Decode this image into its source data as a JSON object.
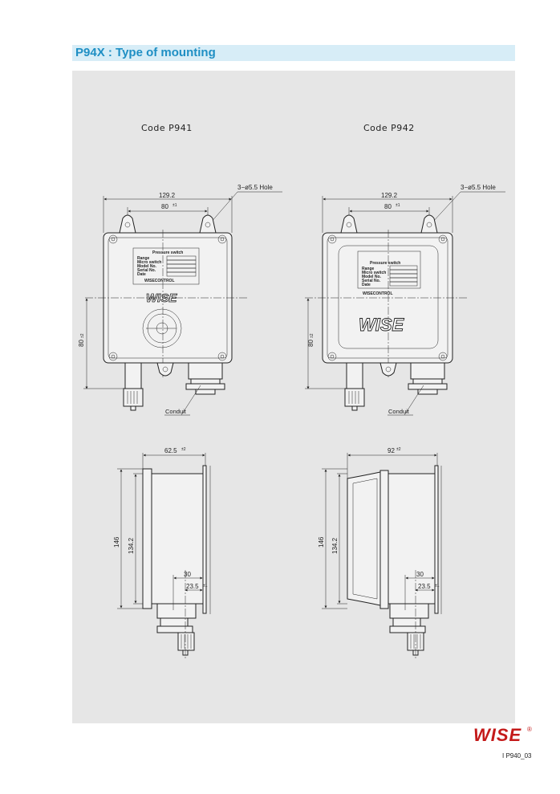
{
  "header": {
    "title": "P94X : Type of mounting"
  },
  "drawings": {
    "p941": {
      "code_label": "Code  P941",
      "width_dim": "129.2",
      "hole_pitch": "80",
      "hole_pitch_tol": "±1",
      "hole_note": "3−ø5.5  Hole",
      "height_dim": "80",
      "height_tol": "±2",
      "conduit_label": "Conduit",
      "logo_text": "WISE"
    },
    "p942": {
      "code_label": "Code  P942",
      "width_dim": "129.2",
      "hole_pitch": "80",
      "hole_pitch_tol": "±1",
      "hole_note": "3−ø5.5  Hole",
      "height_dim": "80",
      "height_tol": "±2",
      "conduit_label": "Conduit",
      "logo_text": "WISE"
    },
    "nameplate": {
      "title": "Pressure  switch",
      "rows": [
        "Range",
        "Micro  switch",
        "Model  No.",
        "Serial  No.",
        "Date"
      ],
      "brand": "WISECONTROL"
    },
    "side_p941": {
      "depth_dim": "62.5",
      "depth_tol": "±2",
      "total_height": "146",
      "body_height": "134.2",
      "conduit_offset": "30",
      "conduit_offset2": "23.5",
      "conduit_offset2_tol": "±1"
    },
    "side_p942": {
      "depth_dim": "92",
      "depth_tol": "±2",
      "total_height": "146",
      "body_height": "134.2",
      "conduit_offset": "30",
      "conduit_offset2": "23.5",
      "conduit_offset2_tol": "±1"
    }
  },
  "footer": {
    "brand": "WISE",
    "registered": "®",
    "page_code": "I  P940_03"
  }
}
